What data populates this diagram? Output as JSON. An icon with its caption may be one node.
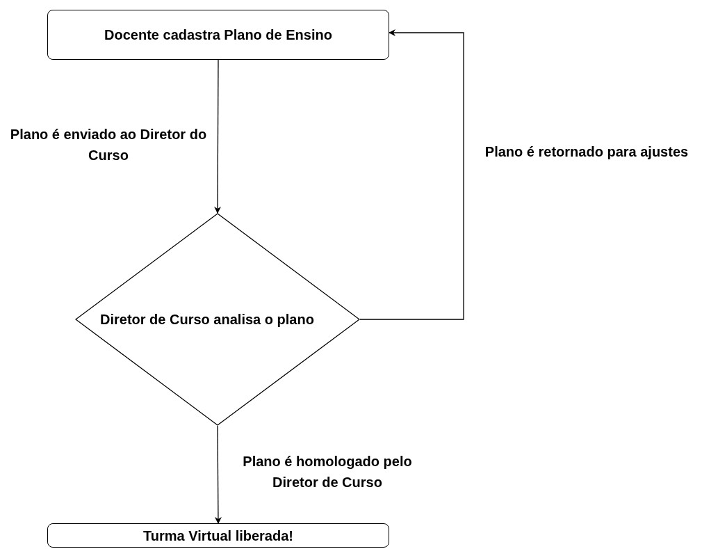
{
  "diagram": {
    "nodes": [
      {
        "text": [
          "Docente cadastra Plano de Ensino"
        ]
      },
      {
        "text": [
          "Diretor de Curso analisa o plano"
        ]
      },
      {
        "text": [
          "Turma Virtual liberada!"
        ]
      }
    ],
    "edges": [
      {
        "from": 0,
        "to": 1,
        "arrow": "to",
        "label": "Plano é enviado ao Diretor do Curso"
      },
      {
        "from": 1,
        "to": 0,
        "arrow": "to",
        "label": "Plano é retornado para ajustes"
      },
      {
        "from": 1,
        "to": 2,
        "arrow": "to",
        "label": "Plano é homologado pelo Diretor de Curso"
      }
    ]
  }
}
